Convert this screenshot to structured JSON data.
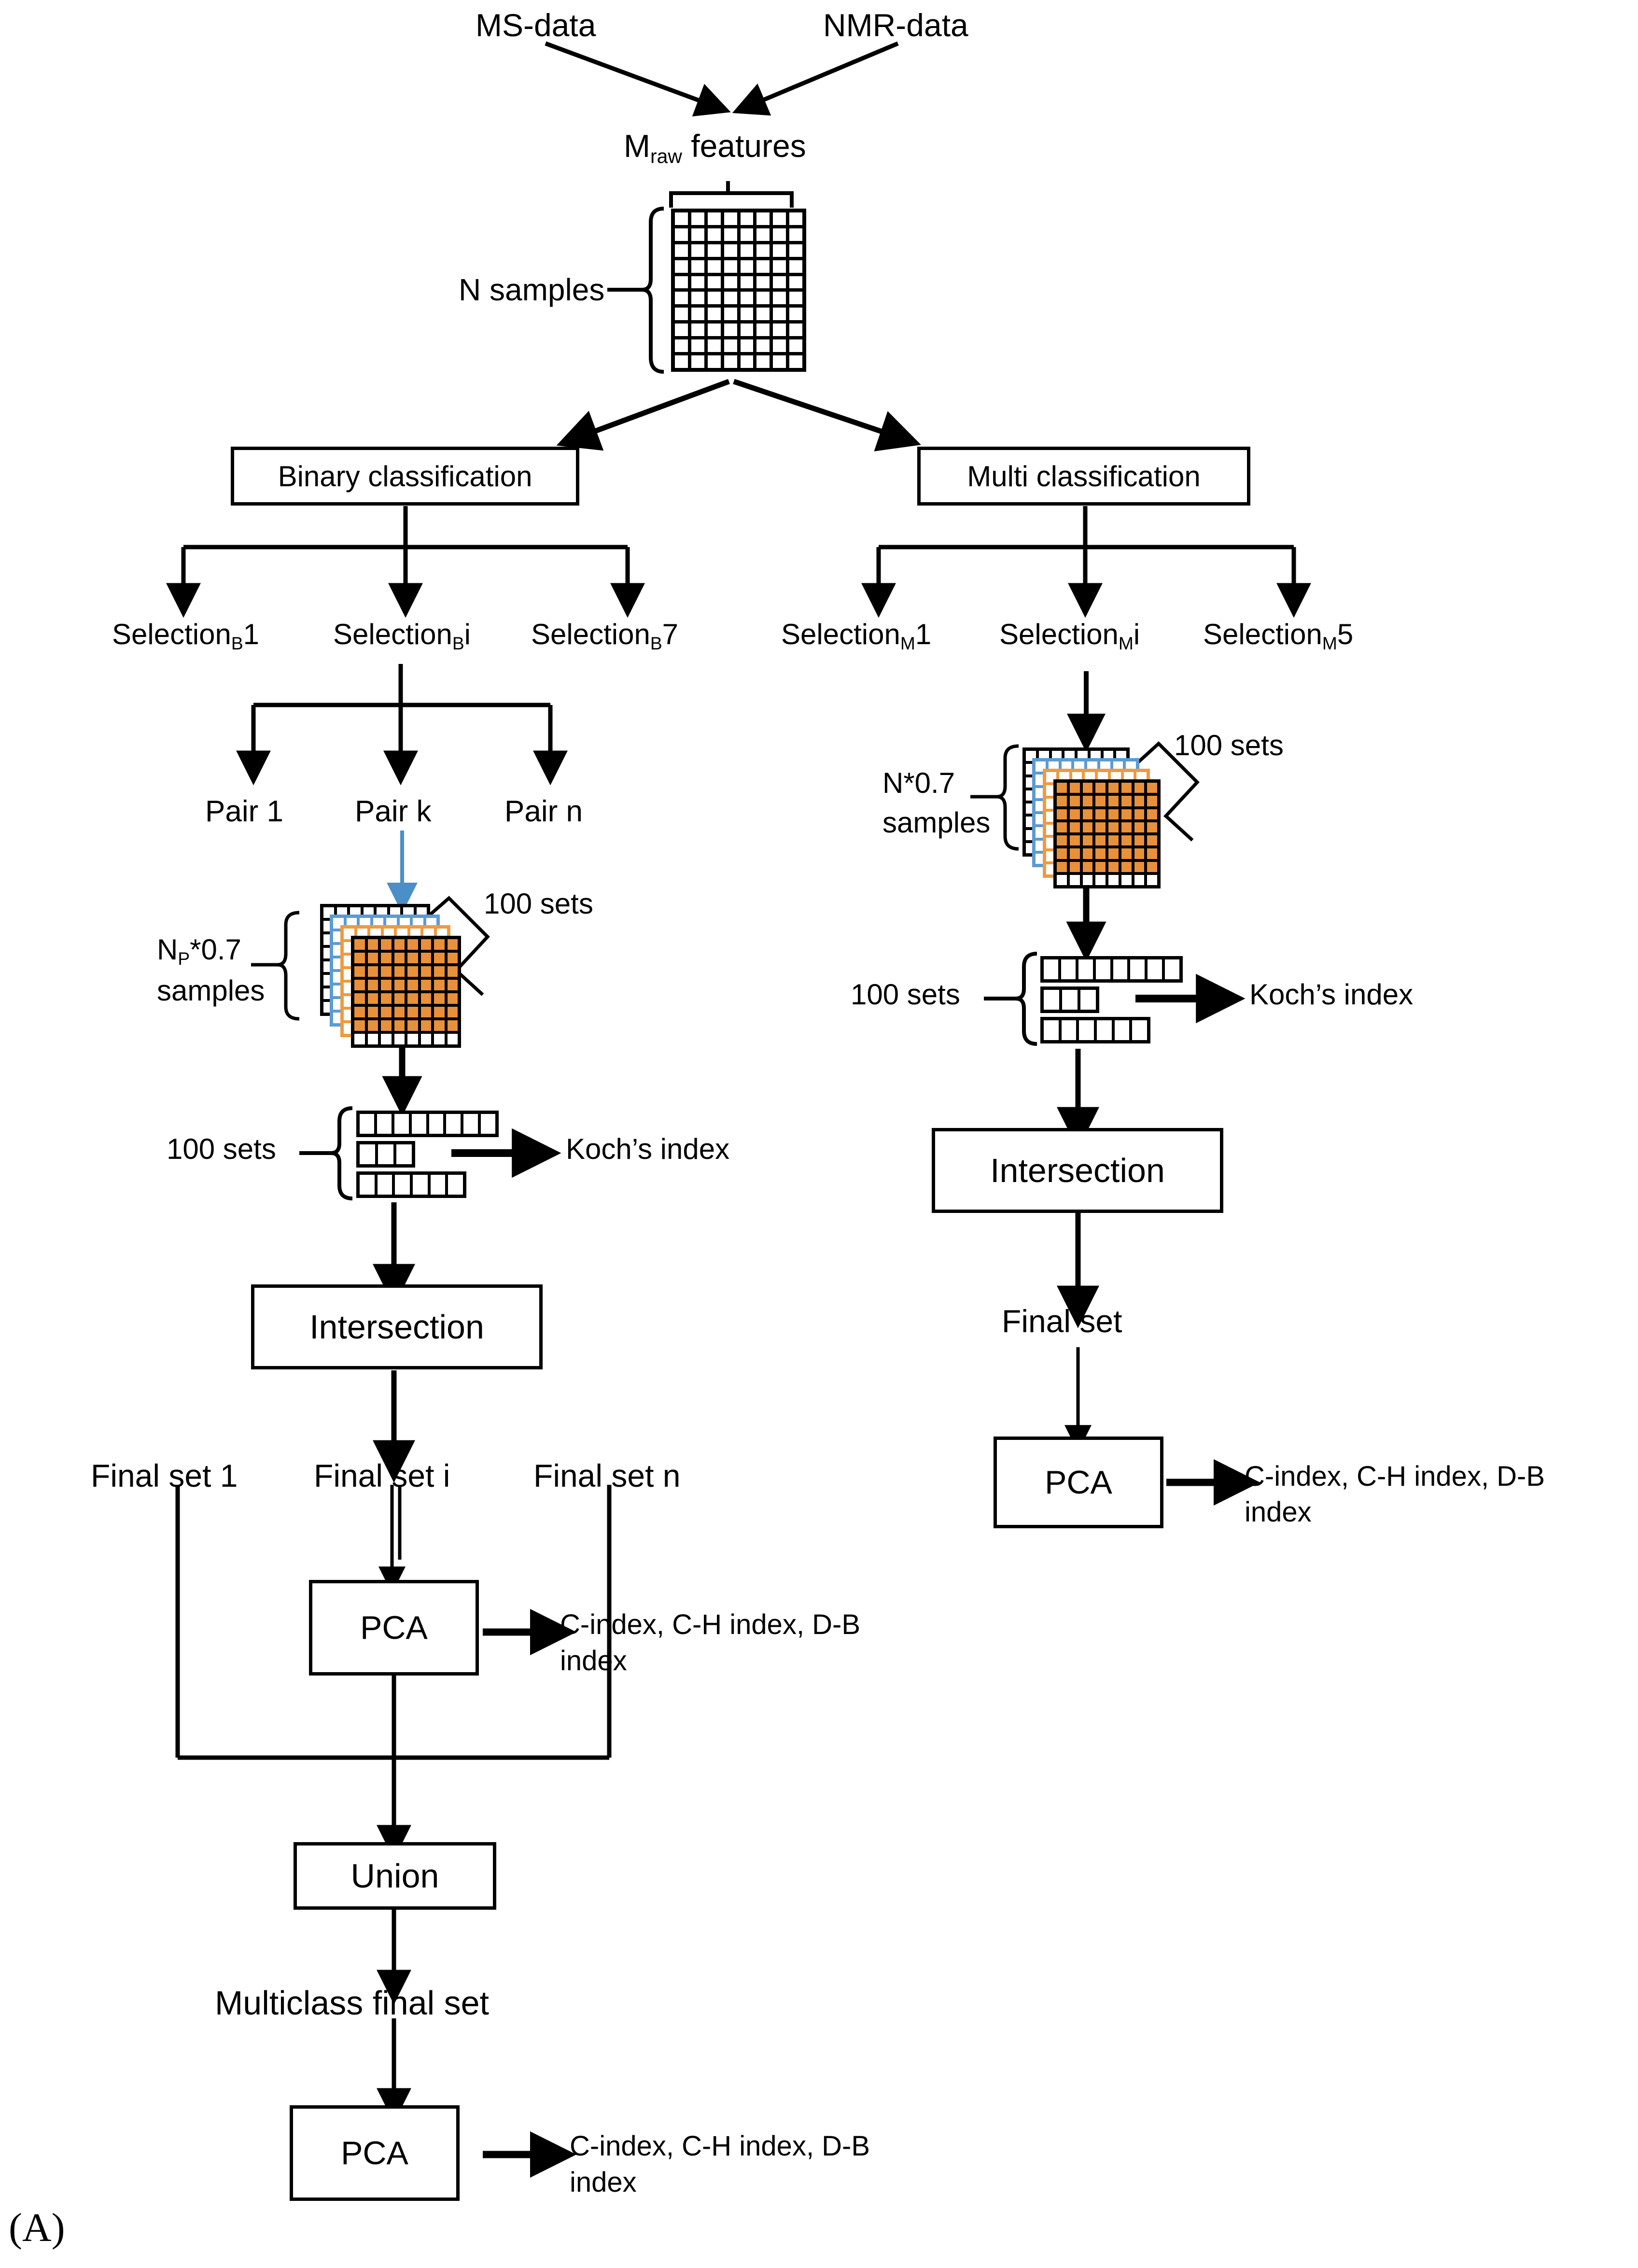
{
  "figure": {
    "panel_label": "(A)",
    "title_inputs": [
      "MS-data",
      "NMR-data"
    ]
  },
  "inputs": {
    "ms": "MS-data",
    "nmr": "NMR-data"
  },
  "raw_matrix": {
    "features_label_main": "M",
    "features_label_sub": "raw",
    "features_label_tail": " features",
    "samples_label": "N samples",
    "cols": 8,
    "rows": 10
  },
  "branches": {
    "binary": "Binary classification",
    "multi": "Multi classification"
  },
  "binary_branch": {
    "selections": [
      {
        "base": "Selection",
        "sub": "B",
        "tail": "1"
      },
      {
        "base": "Selection",
        "sub": "B",
        "tail": "i"
      },
      {
        "base": "Selection",
        "sub": "B",
        "tail": "7"
      }
    ],
    "pairs": [
      "Pair 1",
      "Pair k",
      "Pair n"
    ],
    "sets_label": "100 sets",
    "samples_label_main": "N",
    "samples_label_sub": "P",
    "samples_label_tail": "*0.7",
    "samples_label_line2": "samples",
    "bars_sets_label": "100 sets",
    "koch_label": "Koch’s index",
    "intersection": "Intersection",
    "final_sets": [
      "Final set 1",
      "Final set i",
      "Final set n"
    ],
    "pca": "PCA",
    "indices_line1": "C-index, C-H index, D-B",
    "indices_line2": "index",
    "union": "Union",
    "multiclass_final_set": "Multiclass final set",
    "final_pca": "PCA",
    "final_indices_line1": "C-index, C-H index, D-B",
    "final_indices_line2": "index"
  },
  "multi_branch": {
    "selections": [
      {
        "base": "Selection",
        "sub": "M",
        "tail": "1"
      },
      {
        "base": "Selection",
        "sub": "M",
        "tail": "i"
      },
      {
        "base": "Selection",
        "sub": "M",
        "tail": "5"
      }
    ],
    "sets_label": "100 sets",
    "samples_label_main": "N*0.7",
    "samples_label_line2": "samples",
    "bars_sets_label": "100 sets",
    "koch_label": "Koch’s index",
    "intersection": "Intersection",
    "final_set": "Final set",
    "pca": "PCA",
    "indices_line1": "C-index, C-H index, D-B",
    "indices_line2": "index"
  },
  "colors": {
    "ink": "#000000",
    "blue_layer": "#5b9bd5",
    "orange_layer": "#ed9b40",
    "orange_cell": "#e8903a",
    "blue_arrow": "#4a8fc7",
    "background": "#ffffff"
  }
}
